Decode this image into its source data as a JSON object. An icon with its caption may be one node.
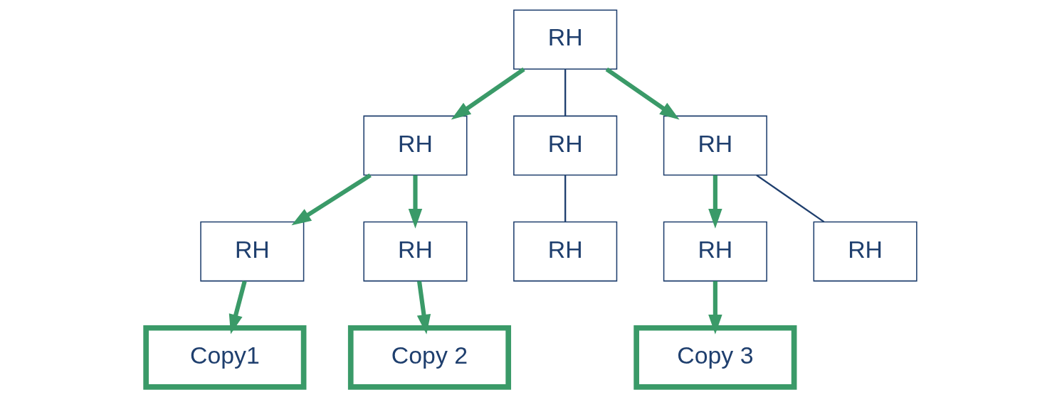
{
  "diagram": {
    "nodes": [
      {
        "text": [
          "RH"
        ]
      },
      {
        "text": [
          "RH"
        ]
      },
      {
        "text": [
          "RH"
        ]
      },
      {
        "text": [
          "RH"
        ]
      },
      {
        "text": [
          "RH"
        ]
      },
      {
        "text": [
          "RH"
        ]
      },
      {
        "text": [
          "RH"
        ]
      },
      {
        "text": [
          "RH"
        ]
      },
      {
        "text": [
          "RH"
        ]
      },
      {
        "text": [
          "Copy1"
        ]
      },
      {
        "text": [
          "Copy 2"
        ]
      },
      {
        "text": [
          "Copy 3"
        ]
      }
    ],
    "edges": [
      {
        "from": 0,
        "to": 1,
        "arrow": "to"
      },
      {
        "from": 0,
        "to": 2,
        "arrow": "none",
        "color": "#1f3f6e"
      },
      {
        "from": 0,
        "to": 3,
        "arrow": "to"
      },
      {
        "from": 1,
        "to": 4,
        "arrow": "to"
      },
      {
        "from": 1,
        "to": 5,
        "arrow": "to"
      },
      {
        "from": 2,
        "to": 6,
        "arrow": "none",
        "color": "#1f3f6e"
      },
      {
        "from": 3,
        "to": 7,
        "arrow": "to"
      },
      {
        "from": 3,
        "to": 8,
        "arrow": "none",
        "color": "#1f3f6e"
      },
      {
        "from": 4,
        "to": 9,
        "arrow": "to"
      },
      {
        "from": 5,
        "to": 10,
        "arrow": "to"
      },
      {
        "from": 7,
        "to": 11,
        "arrow": "to"
      }
    ]
  }
}
